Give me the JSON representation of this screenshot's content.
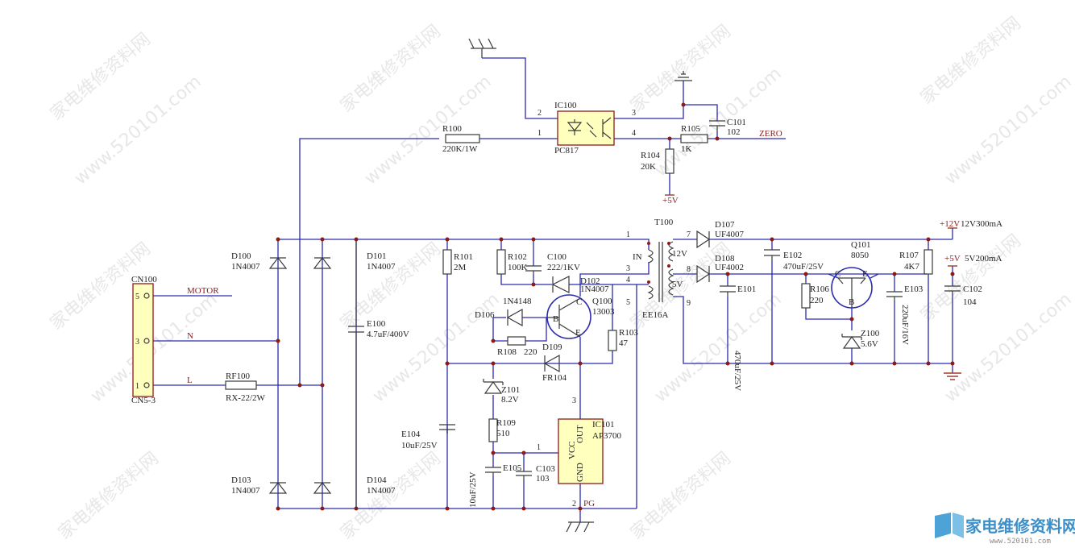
{
  "labels": {
    "r100_ref": "R100",
    "r100_val": "220K/1W",
    "ic100_ref": "IC100",
    "ic100_part": "PC817",
    "r105_ref": "R105",
    "r105_val": "1K",
    "r104_ref": "R104",
    "r104_val": "20K",
    "c101_ref": "C101",
    "c101_val": "102",
    "zero": "ZERO",
    "plus5v_top": "+5V",
    "cn100_ref": "CN100",
    "cn100_part": "CN5-3",
    "motor": "MOTOR",
    "n": "N",
    "l": "L",
    "d100_ref": "D100",
    "d100_val": "1N4007",
    "d101_ref": "D101",
    "d101_val": "1N4007",
    "d103_ref": "D103",
    "d103_val": "1N4007",
    "d104_ref": "D104",
    "d104_val": "1N4007",
    "rf100_ref": "RF100",
    "rf100_val": "RX-22/2W",
    "e100_ref": "E100",
    "e100_val": "4.7uF/400V",
    "r101_ref": "R101",
    "r101_val": "2M",
    "r102_ref": "R102",
    "r102_val": "100K",
    "c100_ref": "C100",
    "c100_val": "222/1KV",
    "d102_ref": "D102",
    "d102_val": "1N4007",
    "q100_ref": "Q100",
    "q100_val": "13003",
    "d106_ref": "D106",
    "d106_val": "1N4148",
    "r108_ref": "R108",
    "r108_val": "220",
    "d109_ref": "D109",
    "d109_val": "FR104",
    "r103_ref": "R103",
    "r103_val": "47",
    "z101_ref": "Z101",
    "z101_val": "8.2V",
    "r109_ref": "R109",
    "r109_val": "510",
    "e104_ref": "E104",
    "e104_val": "10uF/25V",
    "e105_ref": "E105",
    "e105_val": "10uF/25V",
    "c103_ref": "C103",
    "c103_val": "103",
    "ic101_ref": "IC101",
    "ic101_part": "AP3700",
    "ic101_vcc": "VCC",
    "ic101_gnd": "GND",
    "ic101_out": "OUT",
    "pg": "PG",
    "t100_ref": "T100",
    "t100_part": "EE16A",
    "t100_in": "IN",
    "t100_12v": "12V",
    "t100_5v": "5V",
    "d107_ref": "D107",
    "d107_val": "UF4007",
    "d108_ref": "D108",
    "d108_val": "UF4002",
    "e101_ref": "E101",
    "e101_val": "470uF/25V",
    "e102_ref": "E102",
    "e102_val": "470uF/25V",
    "q101_ref": "Q101",
    "q101_val": "8050",
    "q101_c": "C",
    "q101_e": "E",
    "q101_b": "B",
    "q100_c": "C",
    "q100_e": "E",
    "q100_b": "B",
    "r106_ref": "R106",
    "r106_val": "220",
    "z100_ref": "Z100",
    "z100_val": "5.6V",
    "e103_ref": "E103",
    "e103_val": "220uF/16V",
    "r107_ref": "R107",
    "r107_val": "4K7",
    "c102_ref": "C102",
    "c102_val": "104",
    "plus12v": "+12V",
    "out12v": "12V300mA",
    "plus5v": "+5V",
    "out5v": "5V200mA"
  },
  "pins": {
    "p1a": "1",
    "p2": "2",
    "p3": "3",
    "p4": "4",
    "cn5": "5",
    "cn3": "3",
    "cn1": "1",
    "t1": "1",
    "t3": "3",
    "t4": "4",
    "t5": "5",
    "t7": "7",
    "t8": "8",
    "t9": "9",
    "ic_1": "1",
    "ic_2": "2",
    "ic_3": "3"
  },
  "watermark": {
    "text": "www.520101.com",
    "text_cn": "家电维修资料网"
  },
  "logo": {
    "text": "家电维修资料网",
    "sub": "www.520101.com"
  },
  "colors": {
    "wire": "#2b2bb0",
    "junction": "#8b1a1a",
    "ic_fill": "#ffffbe",
    "ic_border": "#8b1a1a",
    "ground": "#a33a2a"
  }
}
